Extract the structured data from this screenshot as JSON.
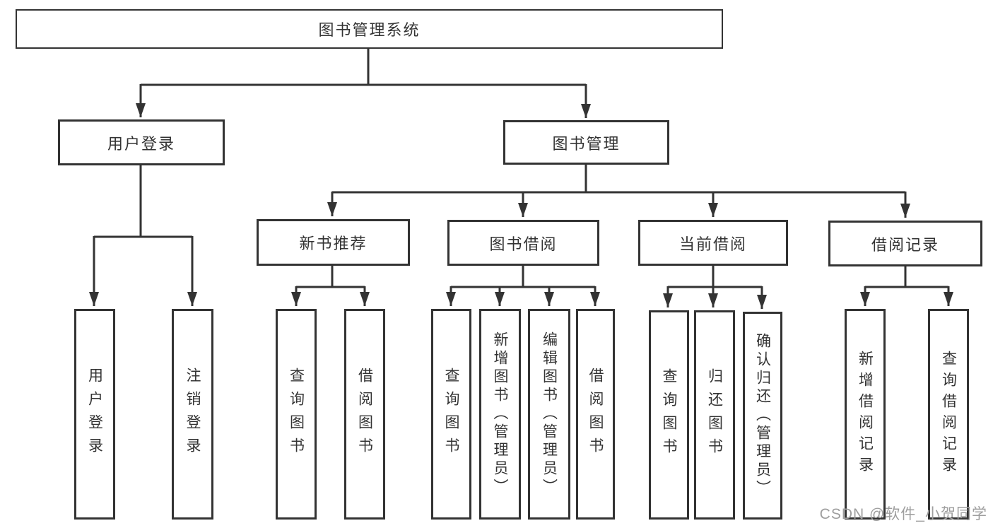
{
  "tree": {
    "root": {
      "label": "图书管理系统",
      "children": [
        {
          "label": "用户登录",
          "children": [
            {
              "label": "用户登录"
            },
            {
              "label": "注销登录"
            }
          ]
        },
        {
          "label": "图书管理",
          "children": [
            {
              "label": "新书推荐",
              "children": [
                {
                  "label": "查询图书"
                },
                {
                  "label": "借阅图书"
                }
              ]
            },
            {
              "label": "图书借阅",
              "children": [
                {
                  "label": "查询图书"
                },
                {
                  "label": "新增图书（管理员）"
                },
                {
                  "label": "编辑图书（管理员）"
                },
                {
                  "label": "借阅图书"
                }
              ]
            },
            {
              "label": "当前借阅",
              "children": [
                {
                  "label": "查询图书"
                },
                {
                  "label": "归还图书"
                },
                {
                  "label": "确认归还（管理员）"
                }
              ]
            },
            {
              "label": "借阅记录",
              "children": [
                {
                  "label": "新增借阅记录"
                },
                {
                  "label": "查询借阅记录"
                }
              ]
            }
          ]
        }
      ]
    }
  },
  "watermark": {
    "text": "CSDN @软件_小贺同学"
  },
  "colors": {
    "line": "#333333",
    "box_border": "#333333",
    "text": "#333333",
    "watermark_text": "#9e9e9e",
    "background": "#ffffff"
  }
}
